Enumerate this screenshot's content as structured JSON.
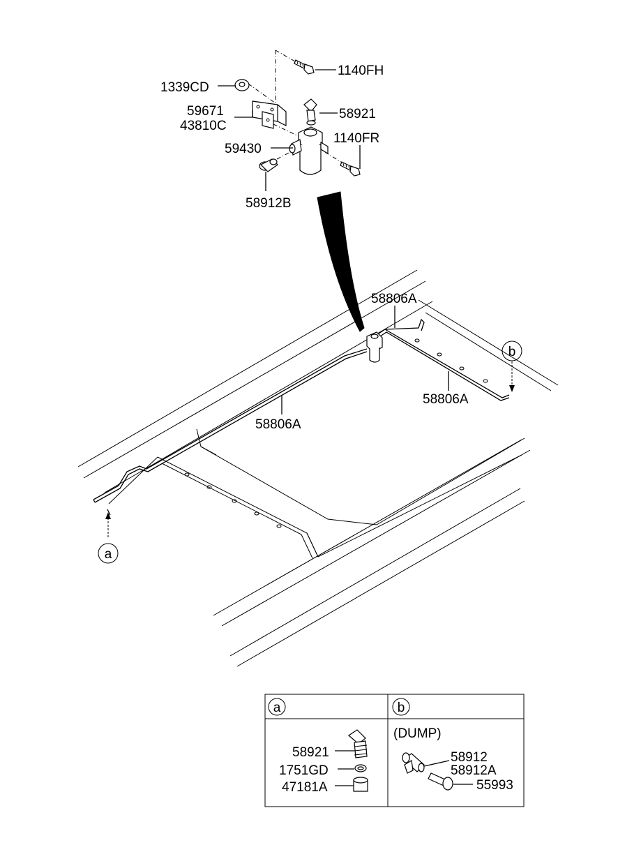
{
  "labels": {
    "p1140FH": "1140FH",
    "p1339CD": "1339CD",
    "p59671": "59671",
    "p43810C": "43810C",
    "p58921_top": "58921",
    "p1140FR": "1140FR",
    "p59430": "59430",
    "p58912B": "58912B",
    "p58806A_top": "58806A",
    "p58806A_right": "58806A",
    "p58806A_mid": "58806A",
    "callout_a": "a",
    "callout_b": "b"
  },
  "legend": {
    "a": {
      "header": "a",
      "parts": [
        "58921",
        "1751GD",
        "47181A"
      ]
    },
    "b": {
      "header": "b",
      "note": "(DUMP)",
      "parts": [
        "58912",
        "58912A",
        "55993"
      ]
    }
  }
}
